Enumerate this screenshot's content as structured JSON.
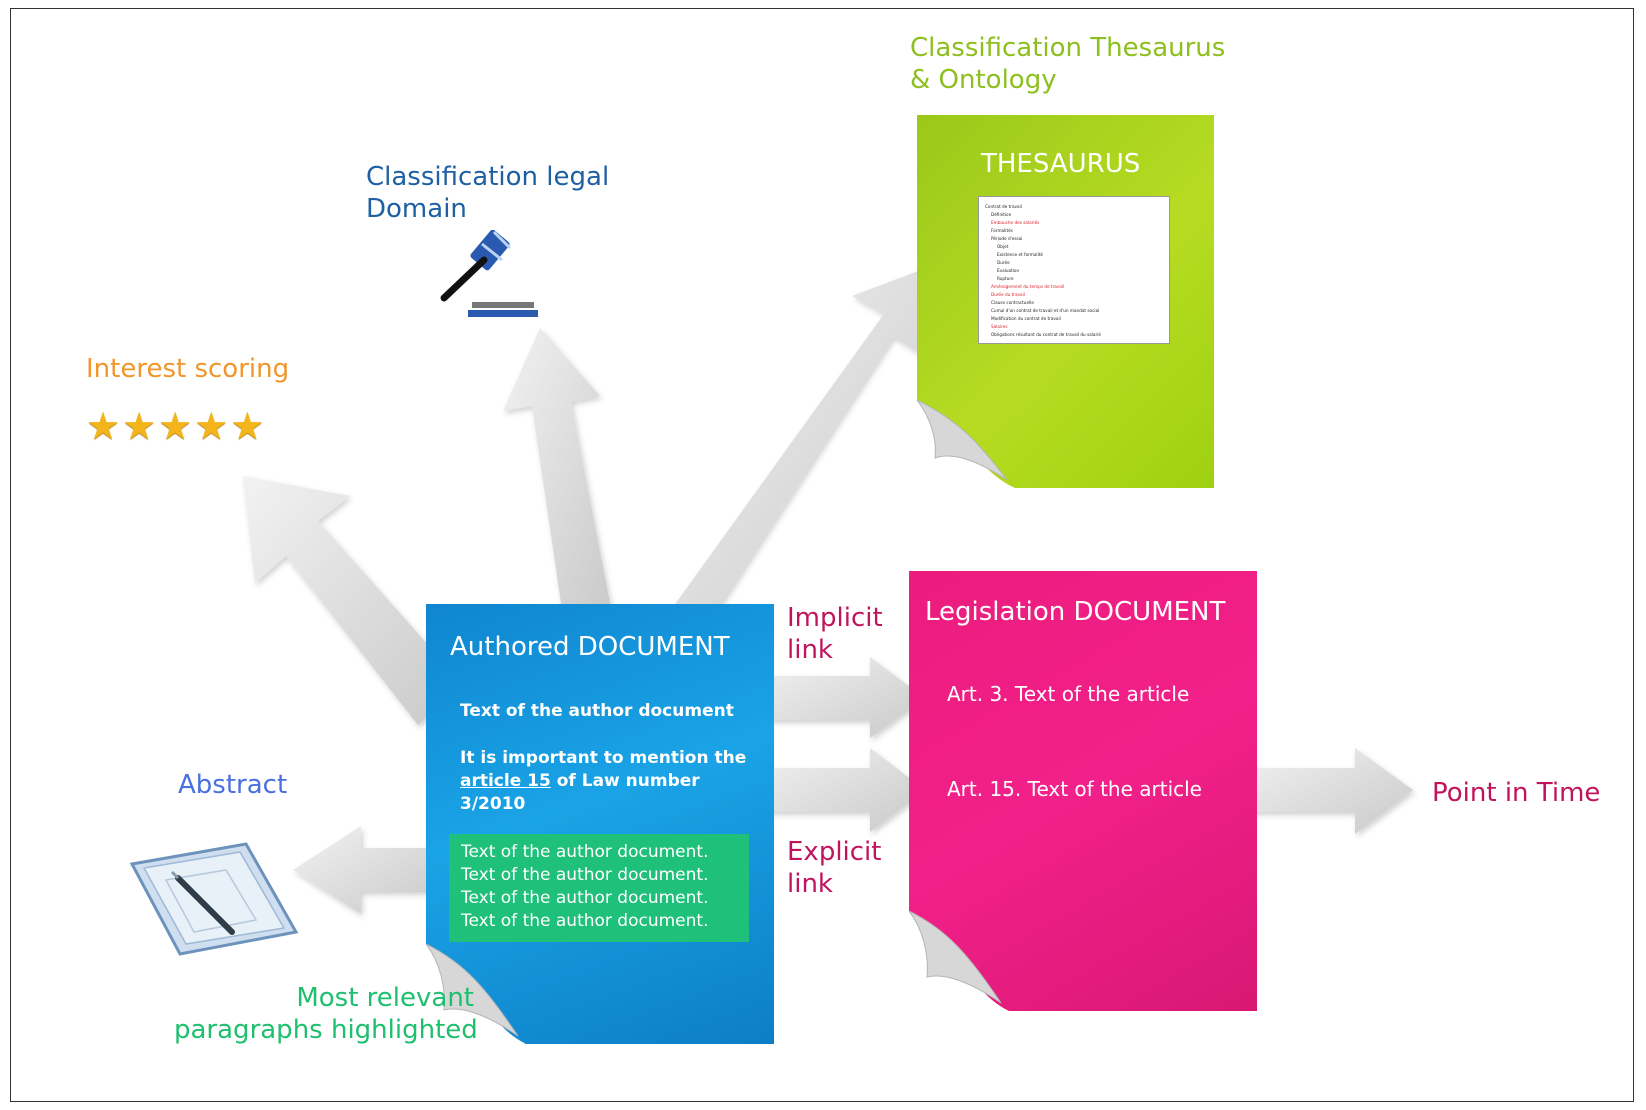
{
  "labels": {
    "thesaurus_heading_line1": "Classification Thesaurus",
    "thesaurus_heading_line2": "& Ontology",
    "legal_domain_line1": "Classification legal",
    "legal_domain_line2": "Domain",
    "interest_scoring": "Interest scoring",
    "abstract": "Abstract",
    "implicit_line1": "Implicit",
    "implicit_line2": "link",
    "explicit_line1": "Explicit",
    "explicit_line2": "link",
    "point_in_time": "Point in Time",
    "relevant_line1": "Most relevant",
    "relevant_line2": "paragraphs highlighted"
  },
  "rating": {
    "stars": 5
  },
  "thesaurus_doc": {
    "title": "THESAURUS",
    "tree": [
      "Contrat de travail",
      "Définition",
      "Embauche des salariés",
      "Formalités",
      "Période d'essai",
      "Objet",
      "Existence et formalité",
      "Durée",
      "Évaluation",
      "Rupture",
      "Aménagement du temps de travail",
      "Durée du travail",
      "Clause contractuelle",
      "Cumul d'un contrat de travail et d'un mandat social",
      "Modification du contrat de travail",
      "Salaires",
      "Obligations résultant du contrat de travail du salarié"
    ]
  },
  "authored_doc": {
    "title": "Authored DOCUMENT",
    "text1": "Text of the author document",
    "mention_line1": "It is important to mention the",
    "mention_link": "article 15",
    "mention_line2_rest": " of Law number",
    "mention_line3": "3/2010",
    "highlighted": [
      "Text of the author document.",
      "Text of the author document.",
      "Text of the author document.",
      "Text of the author document."
    ]
  },
  "legislation_doc": {
    "title": "Legislation DOCUMENT",
    "art3": "Art. 3. Text of the article",
    "art15": "Art. 15. Text of the article"
  },
  "colors": {
    "thesaurus_label": "#8dbf1f",
    "legal_domain_label": "#1f5fa3",
    "interest_label": "#f0962a",
    "abstract_label": "#4a6fe0",
    "link_label": "#c0155e",
    "relevant_label": "#1ebf6e",
    "authored_doc": "#1a9ce0",
    "legislation_doc": "#ea1a7a",
    "thesaurus_doc": "#a9d31f",
    "highlight": "#1ec07a"
  }
}
